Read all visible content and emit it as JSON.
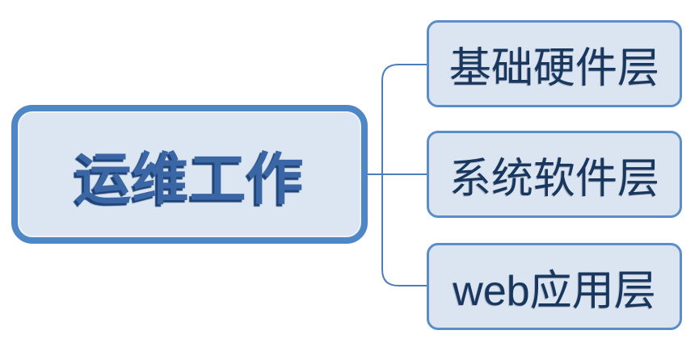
{
  "diagram": {
    "type": "mind-map",
    "background_color": "#ffffff",
    "connector_color": "#4a7ebb",
    "root": {
      "label": "运维工作",
      "fill_color": "#dce6f3",
      "border_color": "#4e86c6",
      "text_color": "#3b66a5",
      "text_shadow_color": "#1e4376"
    },
    "children": [
      {
        "label": "基础硬件层"
      },
      {
        "label": "系统软件层"
      },
      {
        "label": "web应用层"
      }
    ],
    "child_style": {
      "fill_color": "#dbe5f2",
      "border_color": "#5b8dc9",
      "text_color": "#17375e"
    }
  }
}
